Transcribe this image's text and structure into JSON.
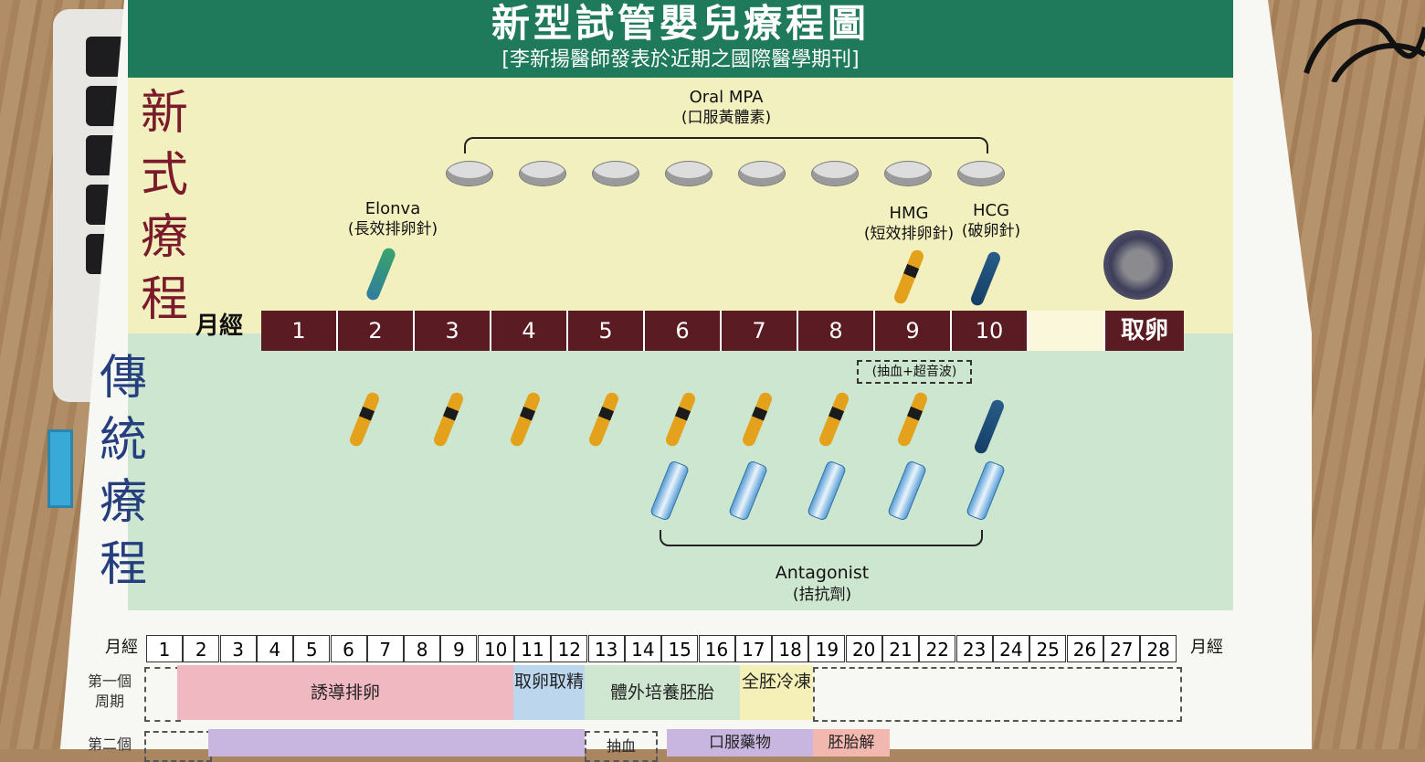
{
  "title": "新型試管嬰兒療程圖",
  "subtitle": "[李新揚醫師發表於近期之國際醫學期刊]",
  "new_label": "新式療程",
  "old_label": "傳統療程",
  "mens_label": "月經",
  "days": [
    "1",
    "2",
    "3",
    "4",
    "5",
    "6",
    "7",
    "8",
    "9",
    "10"
  ],
  "harvest": "取卵",
  "oral_mpa": "Oral MPA",
  "oral_mpa_cn": "(口服黃體素)",
  "elonva": "Elonva",
  "elonva_cn": "(長效排卵針)",
  "hmg": "HMG",
  "hmg_cn": "(短效排卵針)",
  "hcg": "HCG",
  "hcg_cn": "(破卵針)",
  "blood": "(抽血+超音波)",
  "antagonist": "Antagonist",
  "antagonist_cn": "(拮抗劑)",
  "cal_label": "月經",
  "cal_days": [
    "1",
    "2",
    "3",
    "4",
    "5",
    "6",
    "7",
    "8",
    "9",
    "10",
    "11",
    "12",
    "13",
    "14",
    "15",
    "16",
    "17",
    "18",
    "19",
    "20",
    "21",
    "22",
    "23",
    "24",
    "25",
    "26",
    "27",
    "28"
  ],
  "cycle1": "第一個周期",
  "cycle2": "第二個",
  "induce": "誘導排卵",
  "retrieve": "取卵取精",
  "culture": "體外培養胚胎",
  "freeze": "全胚冷凍",
  "blood2": "抽血",
  "oral_drug": "口服藥物",
  "thaw": "胚胎解"
}
